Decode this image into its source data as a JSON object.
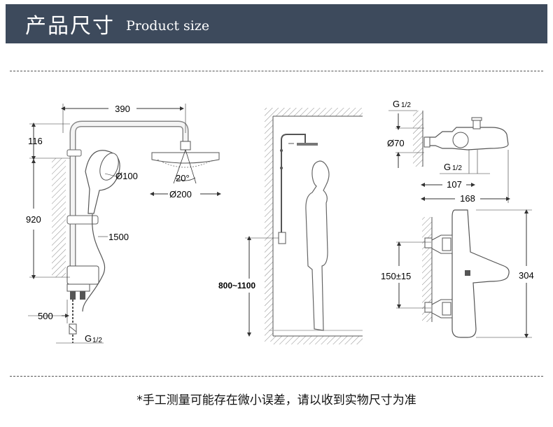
{
  "header": {
    "title_cn": "产品尺寸",
    "title_en": "Product size",
    "background": "#3d4a5c"
  },
  "shower_column": {
    "width": "390",
    "top_offset": "116",
    "height": "920",
    "hand_shower": "Ø100",
    "hose_length": "1500",
    "bottom_offset": "500",
    "angle": "20°",
    "head_diameter": "Ø200",
    "connection": "G",
    "connection_fraction": "1/2"
  },
  "installation": {
    "mount_height": "800~1100"
  },
  "valve_top": {
    "connection_top": "G",
    "connection_top_fraction": "1/2",
    "diameter": "Ø70",
    "connection_bottom": "G",
    "connection_bottom_fraction": "1/2",
    "depth": "107",
    "total_depth": "168"
  },
  "valve_front": {
    "spacing": "150±15",
    "height": "304"
  },
  "footnote": "*手工测量可能存在微小误差，请以收到实物尺寸为准"
}
